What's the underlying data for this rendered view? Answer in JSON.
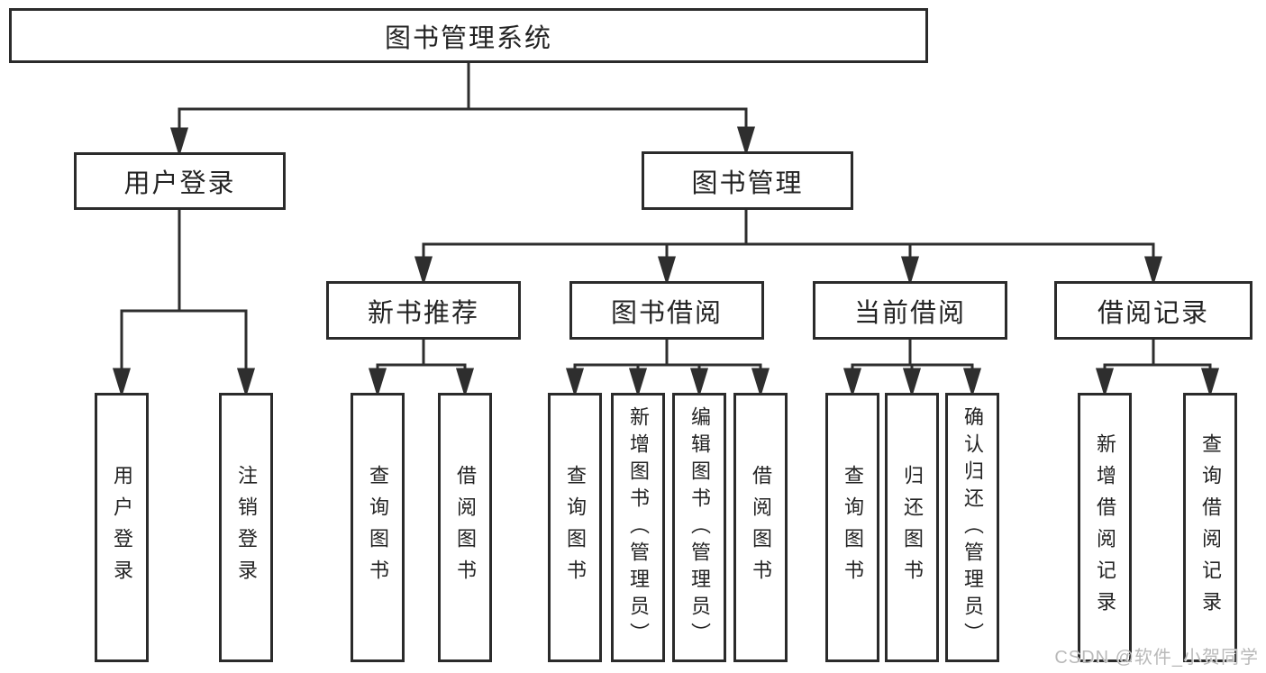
{
  "diagram": {
    "title": "图书管理系统",
    "level2": {
      "user_login": "用户登录",
      "book_mgmt": "图书管理"
    },
    "level3": {
      "new_book": "新书推荐",
      "book_borrow": "图书借阅",
      "current_borrow": "当前借阅",
      "borrow_records": "借阅记录"
    },
    "leaves": {
      "user_login": [
        "用户登录",
        "注销登录"
      ],
      "new_book": [
        "查询图书",
        "借阅图书"
      ],
      "book_borrow": [
        "查询图书",
        "新增图书（管理员）",
        "编辑图书（管理员）",
        "借阅图书"
      ],
      "current_borrow": [
        "查询图书",
        "归还图书",
        "确认归还（管理员）"
      ],
      "borrow_records": [
        "新增借阅记录",
        "查询借阅记录"
      ]
    }
  },
  "watermark": "CSDN @软件_小贺同学",
  "colors": {
    "line": "#2e2e2e",
    "border": "#2b2b2b",
    "text": "#232323",
    "watermark": "#b9b9b9",
    "background": "#ffffff"
  }
}
